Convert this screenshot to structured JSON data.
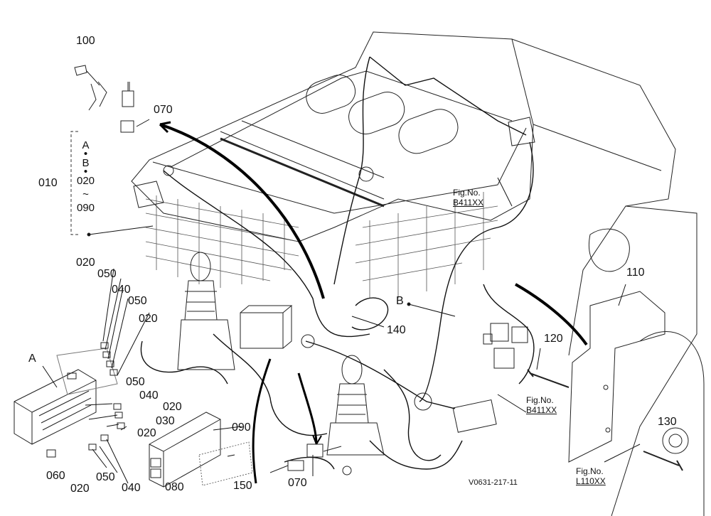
{
  "labels": {
    "p100": "100",
    "p070a": "070",
    "p070b": "070",
    "p010": "010",
    "p020a": "020",
    "p020b": "020",
    "p020c": "020",
    "p020d": "020",
    "p020e": "020",
    "p030": "030",
    "p040a": "040",
    "p040b": "040",
    "p040c": "040",
    "p050a": "050",
    "p050b": "050",
    "p050c": "050",
    "p050d": "050",
    "p060": "060",
    "p080": "080",
    "p090": "090",
    "p110": "110",
    "p120": "120",
    "p130": "130",
    "p140": "140",
    "p150": "150",
    "A_main": "A",
    "B_main": "B"
  },
  "variants": {
    "a": "A",
    "dot1": "•",
    "b": "B",
    "dot2": "•",
    "c020": "020",
    "tilde": "~",
    "c090": "090"
  },
  "fig_refs": {
    "top": {
      "prefix": "Fig.No.",
      "code": "B411XX"
    },
    "mid": {
      "prefix": "Fig.No.",
      "code": "B411XX"
    },
    "bottom": {
      "prefix": "Fig.No.",
      "code": "L110XX"
    }
  },
  "drawing_code": "V0631-217-11"
}
